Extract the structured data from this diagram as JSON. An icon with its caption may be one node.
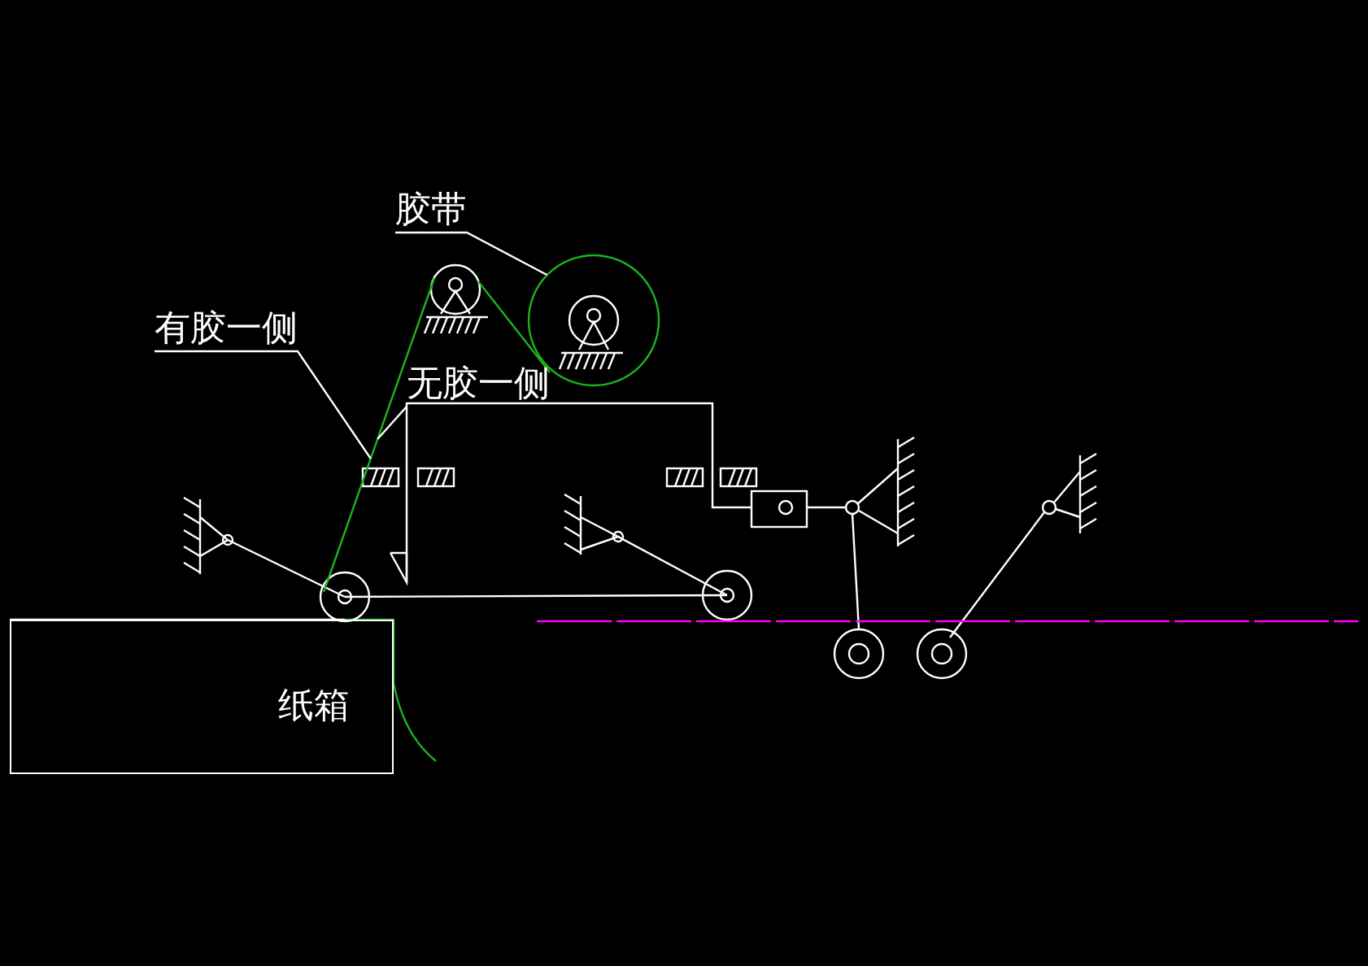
{
  "diagram": {
    "nodes": [
      {
        "text": [
          "胶带"
        ]
      },
      {
        "text": [],
        "shape": "circle"
      },
      {
        "text": [
          "有胶一侧"
        ]
      },
      {
        "text": [
          "无胶一侧"
        ]
      },
      {
        "text": [
          "纸箱"
        ]
      },
      {
        "text": [],
        "shape": "bar"
      }
    ],
    "edges": [
      {
        "from": 0,
        "to": 1,
        "arrow": "none"
      },
      {
        "from": 2,
        "to": 5,
        "arrow": "none"
      },
      {
        "from": 3,
        "to": 5,
        "arrow": "none"
      }
    ]
  }
}
